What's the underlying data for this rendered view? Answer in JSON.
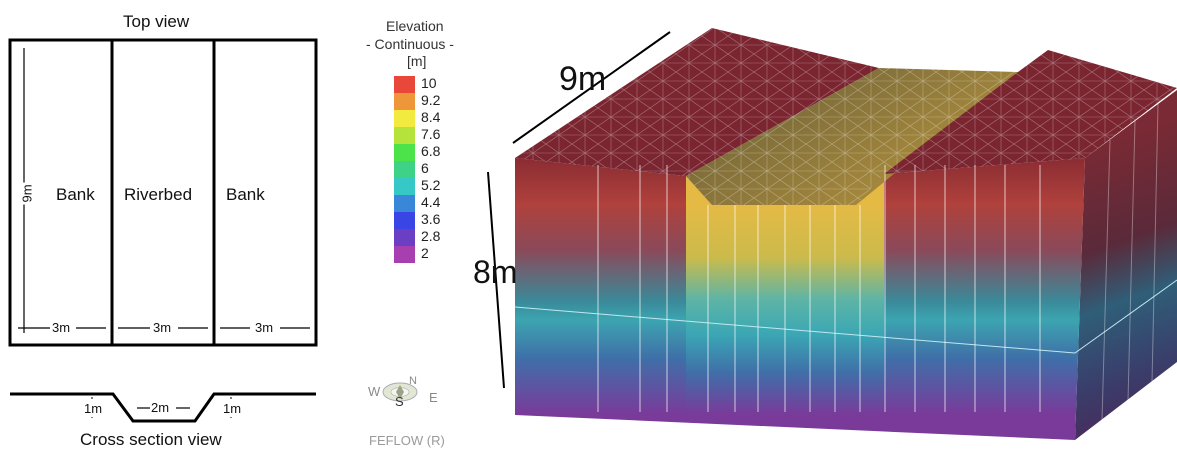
{
  "top_view": {
    "title": "Top view",
    "zones": [
      "Bank",
      "Riverbed",
      "Bank"
    ],
    "height_label": "9m",
    "width_labels": [
      "3m",
      "3m",
      "3m"
    ]
  },
  "cross_section": {
    "title": "Cross section view",
    "labels": [
      "1m",
      "2m",
      "1m"
    ]
  },
  "legend": {
    "title": "Elevation",
    "subtitle": "- Continuous -",
    "unit": "[m]",
    "items": [
      {
        "value": "10",
        "color": "#e8473a"
      },
      {
        "value": "9.2",
        "color": "#f0963a"
      },
      {
        "value": "8.4",
        "color": "#f2ea3e"
      },
      {
        "value": "7.6",
        "color": "#b6e23c"
      },
      {
        "value": "6.8",
        "color": "#4be24a"
      },
      {
        "value": "6",
        "color": "#3ed286"
      },
      {
        "value": "5.2",
        "color": "#36c7c7"
      },
      {
        "value": "4.4",
        "color": "#3a86d9"
      },
      {
        "value": "3.6",
        "color": "#3a45e6"
      },
      {
        "value": "2.8",
        "color": "#6a3fc4"
      },
      {
        "value": "2",
        "color": "#a83fb0"
      }
    ]
  },
  "compass": {
    "west": "W",
    "north": "N",
    "south": "S",
    "east": "E"
  },
  "software_label": "FEFLOW (R)",
  "model_3d": {
    "length_label": "9m",
    "depth_label": "8m"
  }
}
